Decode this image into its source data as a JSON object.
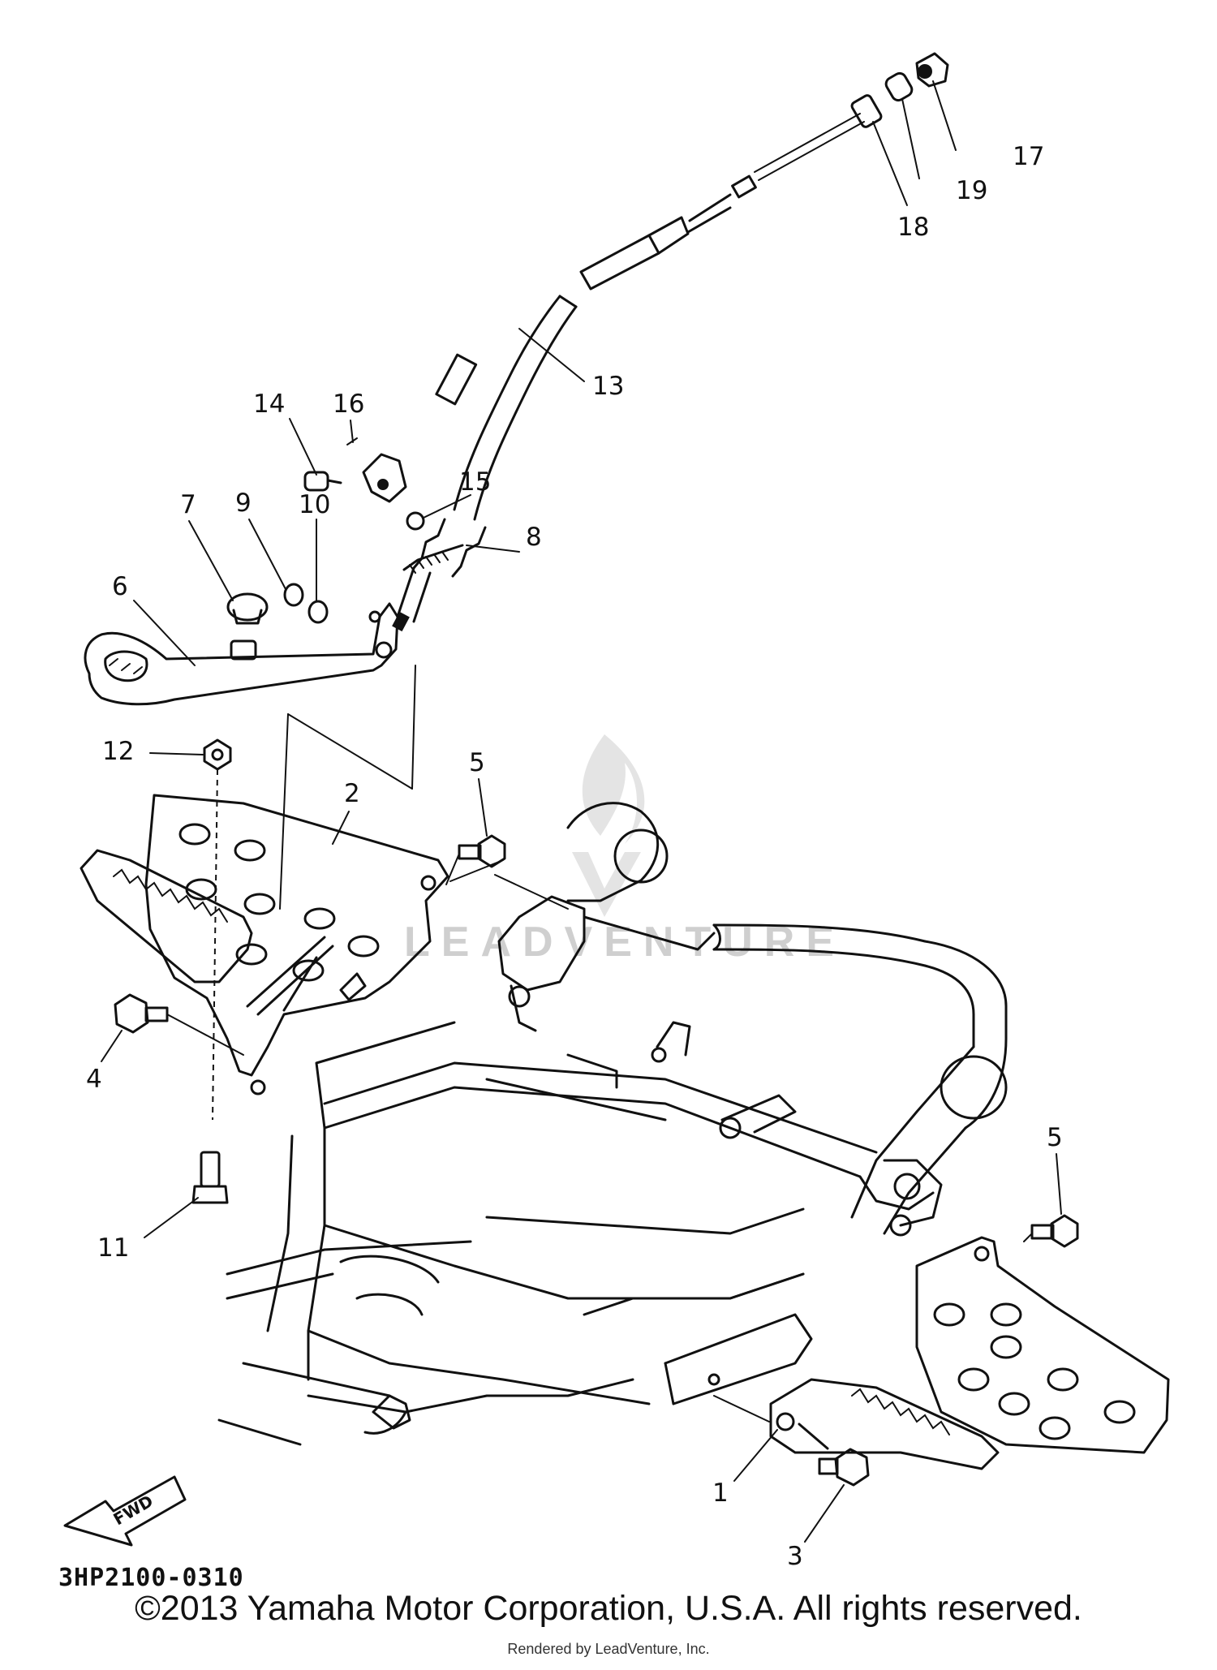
{
  "diagram": {
    "callouts": [
      "1",
      "2",
      "3",
      "4",
      "5",
      "5",
      "6",
      "7",
      "8",
      "9",
      "10",
      "11",
      "12",
      "13",
      "14",
      "15",
      "16",
      "17",
      "18",
      "19"
    ],
    "diagram_code": "3HP2100-0310",
    "fwd_label": "FWD",
    "watermark": "LEADVENTURE"
  },
  "footer": {
    "copyright": "©2013 Yamaha Motor Corporation, U.S.A. All rights reserved.",
    "rendered_by": "Rendered by LeadVenture, Inc."
  }
}
